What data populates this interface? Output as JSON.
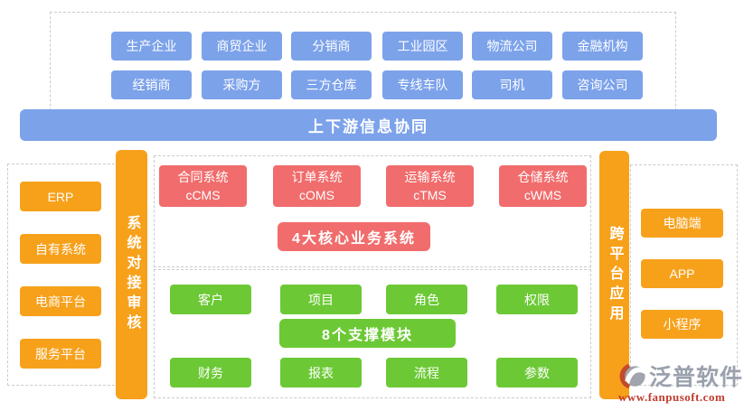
{
  "top_section": {
    "row1": [
      "生产企业",
      "商贸企业",
      "分销商",
      "工业园区",
      "物流公司",
      "金融机构"
    ],
    "row2": [
      "经销商",
      "采购方",
      "三方仓库",
      "专线车队",
      "司机",
      "咨询公司"
    ],
    "banner": "上下游信息协同"
  },
  "left_panel": {
    "items": [
      "ERP",
      "自有系统",
      "电商平台",
      "服务平台"
    ]
  },
  "left_bar_label": "系统对接审核",
  "core_panel": {
    "systems": [
      {
        "name": "合同系统",
        "code": "cCMS"
      },
      {
        "name": "订单系统",
        "code": "cOMS"
      },
      {
        "name": "运输系统",
        "code": "cTMS"
      },
      {
        "name": "仓储系统",
        "code": "cWMS"
      }
    ],
    "banner": "4大核心业务系统"
  },
  "support_panel": {
    "row1": [
      "客户",
      "项目",
      "角色",
      "权限"
    ],
    "banner": "8个支撑模块",
    "row2": [
      "财务",
      "报表",
      "流程",
      "参数"
    ]
  },
  "right_bar_label": "跨平台应用",
  "right_panel": {
    "items": [
      "电脑端",
      "APP",
      "小程序"
    ]
  },
  "logo": {
    "name": "泛普软件",
    "url": "www.fanpusoft.com"
  },
  "colors": {
    "blue": "#7ca2ea",
    "orange": "#f7a11b",
    "red": "#f16c6c",
    "green": "#6cc935",
    "dashed_border": "#cbcbcb",
    "logo_grey": "#9aa1ad",
    "logo_red": "#c13b2d"
  }
}
